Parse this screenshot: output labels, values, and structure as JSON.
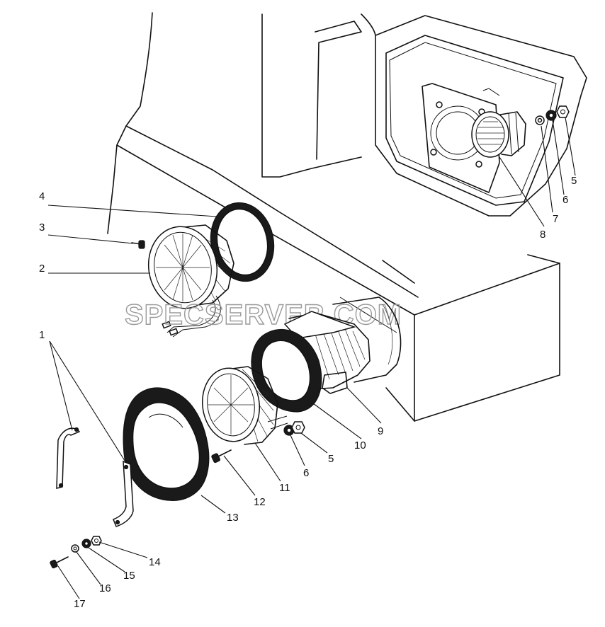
{
  "watermark": "SPECSERVER.COM",
  "callouts": [
    {
      "id": "c4",
      "label": "4"
    },
    {
      "id": "c3",
      "label": "3"
    },
    {
      "id": "c2",
      "label": "2"
    },
    {
      "id": "c1",
      "label": "1"
    },
    {
      "id": "c5a",
      "label": "5"
    },
    {
      "id": "c6a",
      "label": "6"
    },
    {
      "id": "c7",
      "label": "7"
    },
    {
      "id": "c8",
      "label": "8"
    },
    {
      "id": "c9",
      "label": "9"
    },
    {
      "id": "c10",
      "label": "10"
    },
    {
      "id": "c5b",
      "label": "5"
    },
    {
      "id": "c6b",
      "label": "6"
    },
    {
      "id": "c11",
      "label": "11"
    },
    {
      "id": "c12",
      "label": "12"
    },
    {
      "id": "c13",
      "label": "13"
    },
    {
      "id": "c14",
      "label": "14"
    },
    {
      "id": "c15",
      "label": "15"
    },
    {
      "id": "c16",
      "label": "16"
    },
    {
      "id": "c17",
      "label": "17"
    }
  ]
}
